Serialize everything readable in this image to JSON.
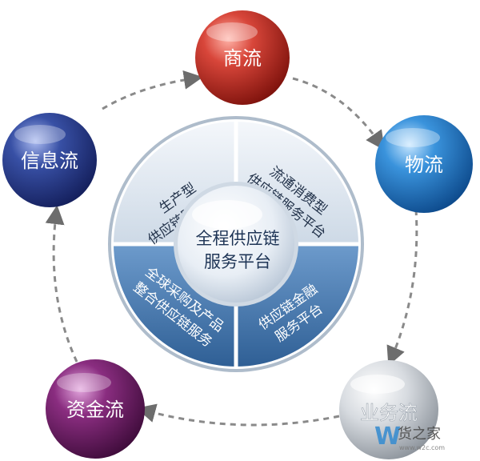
{
  "flows": {
    "top": "商流",
    "right": "物流",
    "bottom_right": "业务流",
    "bottom_left": "资金流",
    "left": "信息流"
  },
  "center": {
    "line1": "全程供应链",
    "line2": "服务平台"
  },
  "segments": {
    "top_left": {
      "line1": "生产型",
      "line2": "供应链服务平台"
    },
    "top_right": {
      "line1": "流通消费型",
      "line2": "供应链服务平台"
    },
    "bottom_left": {
      "line1": "全球采购及产品",
      "line2": "整合供应链服务"
    },
    "bottom_right": {
      "line1": "供应链金融",
      "line2": "服务平台"
    }
  },
  "watermark": {
    "brand": "货之家",
    "url": "www.w2c.com"
  },
  "colors": {
    "top": "#b3241c",
    "right": "#1e78c4",
    "bottom_right": "#c8cdd2",
    "bottom_left": "#6b1f63",
    "left": "#2a3f8f",
    "ring_light": "#dde6ef",
    "ring_blue": "#3f73aa"
  }
}
